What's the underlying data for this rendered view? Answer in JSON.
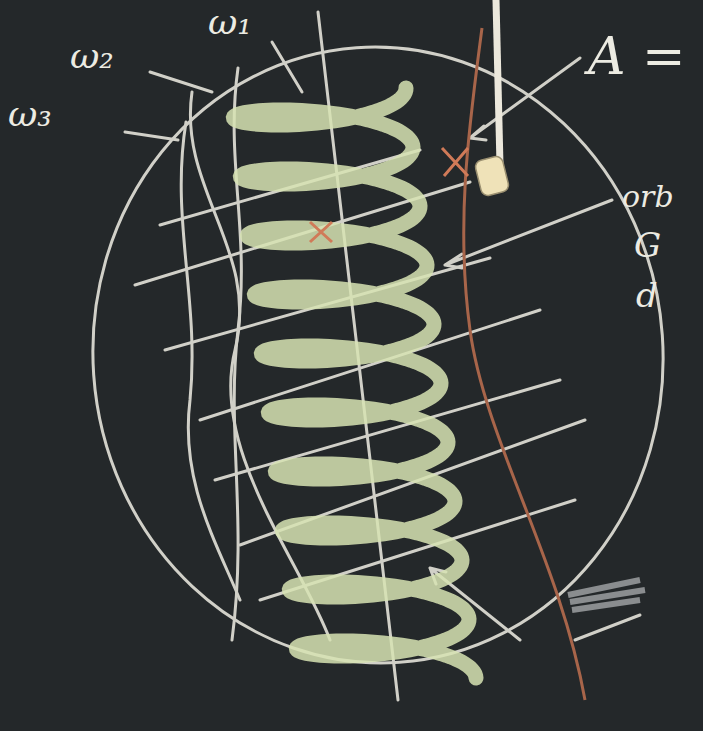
{
  "diagram": {
    "labels": [
      "ω₁",
      "ω₂",
      "ω₃",
      "A =",
      "orb",
      "G",
      "d"
    ]
  }
}
